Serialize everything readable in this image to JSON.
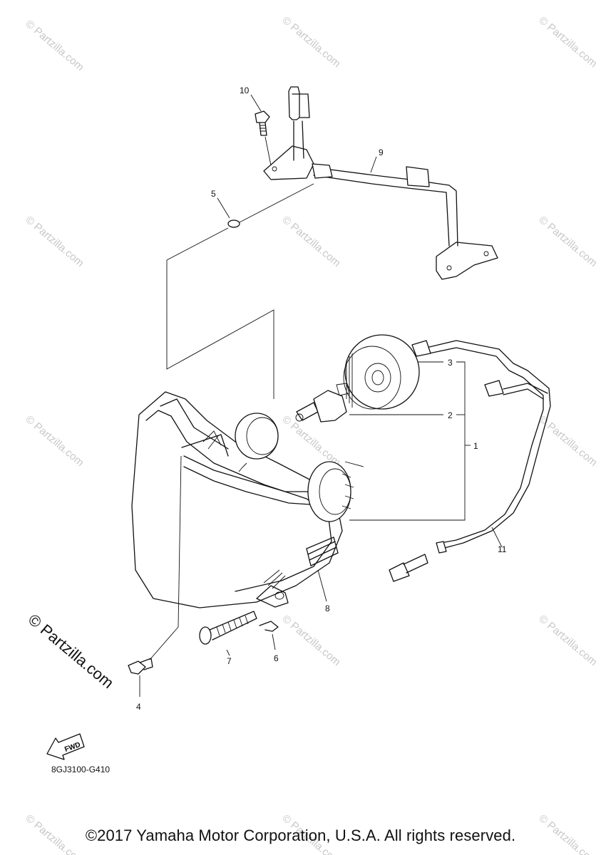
{
  "callouts": [
    "1",
    "2",
    "3",
    "4",
    "5",
    "6",
    "7",
    "8",
    "9",
    "10",
    "11"
  ],
  "watermark": "© Partzilla.com",
  "diagram_code": "8GJ3100-G410",
  "fwd_label": "FWD",
  "copyright": "©2017 Yamaha Motor Corporation, U.S.A. All rights reserved."
}
